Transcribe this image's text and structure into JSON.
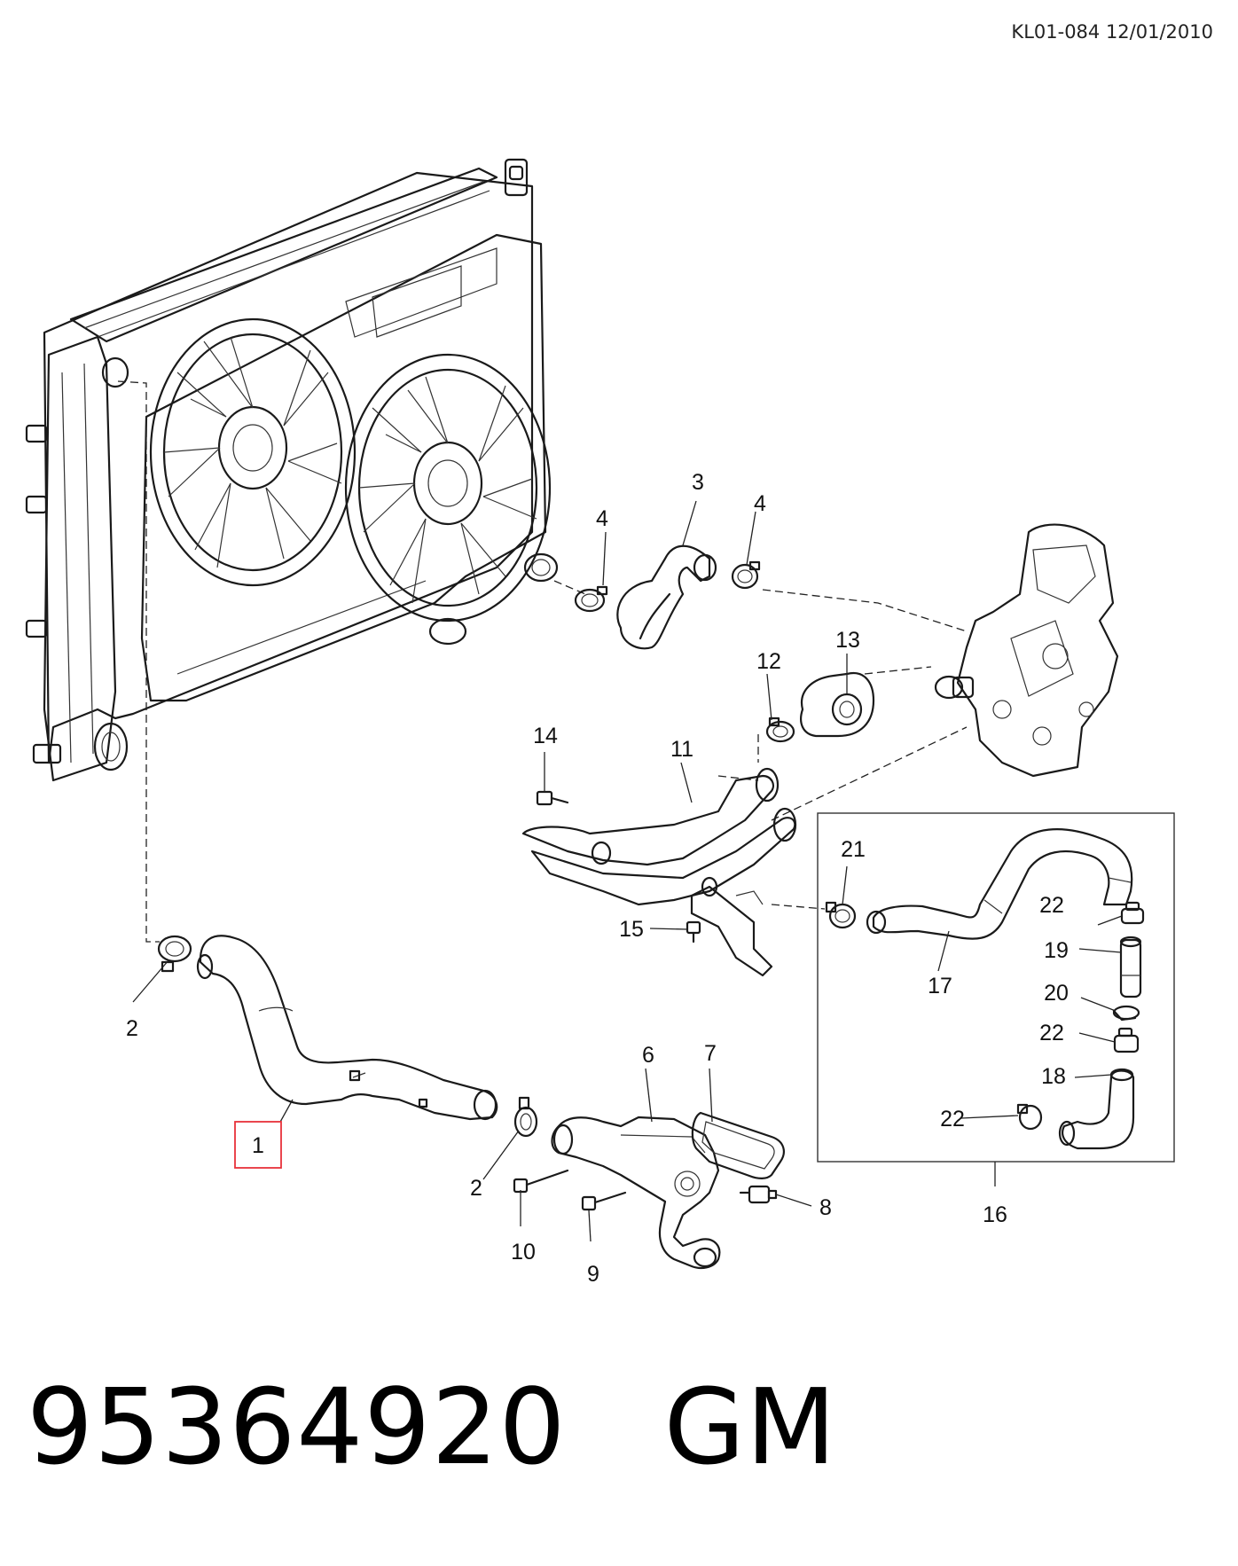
{
  "header": {
    "drawing_ref": "KL01-084 12/01/2010"
  },
  "callouts": [
    {
      "id": "1",
      "label": "1",
      "highlighted": true
    },
    {
      "id": "2a",
      "label": "2"
    },
    {
      "id": "2b",
      "label": "2"
    },
    {
      "id": "3",
      "label": "3"
    },
    {
      "id": "4a",
      "label": "4"
    },
    {
      "id": "4b",
      "label": "4"
    },
    {
      "id": "6",
      "label": "6"
    },
    {
      "id": "7",
      "label": "7"
    },
    {
      "id": "8",
      "label": "8"
    },
    {
      "id": "9",
      "label": "9"
    },
    {
      "id": "10",
      "label": "10"
    },
    {
      "id": "11",
      "label": "11"
    },
    {
      "id": "12",
      "label": "12"
    },
    {
      "id": "13",
      "label": "13"
    },
    {
      "id": "14",
      "label": "14"
    },
    {
      "id": "15",
      "label": "15"
    },
    {
      "id": "16",
      "label": "16"
    },
    {
      "id": "17",
      "label": "17"
    },
    {
      "id": "18",
      "label": "18"
    },
    {
      "id": "19",
      "label": "19"
    },
    {
      "id": "20",
      "label": "20"
    },
    {
      "id": "21",
      "label": "21"
    },
    {
      "id": "22a",
      "label": "22"
    },
    {
      "id": "22b",
      "label": "22"
    },
    {
      "id": "22c",
      "label": "22"
    }
  ],
  "highlight_color": "#e8323a",
  "footer": {
    "part_number": "95364920",
    "brand": "GM"
  }
}
